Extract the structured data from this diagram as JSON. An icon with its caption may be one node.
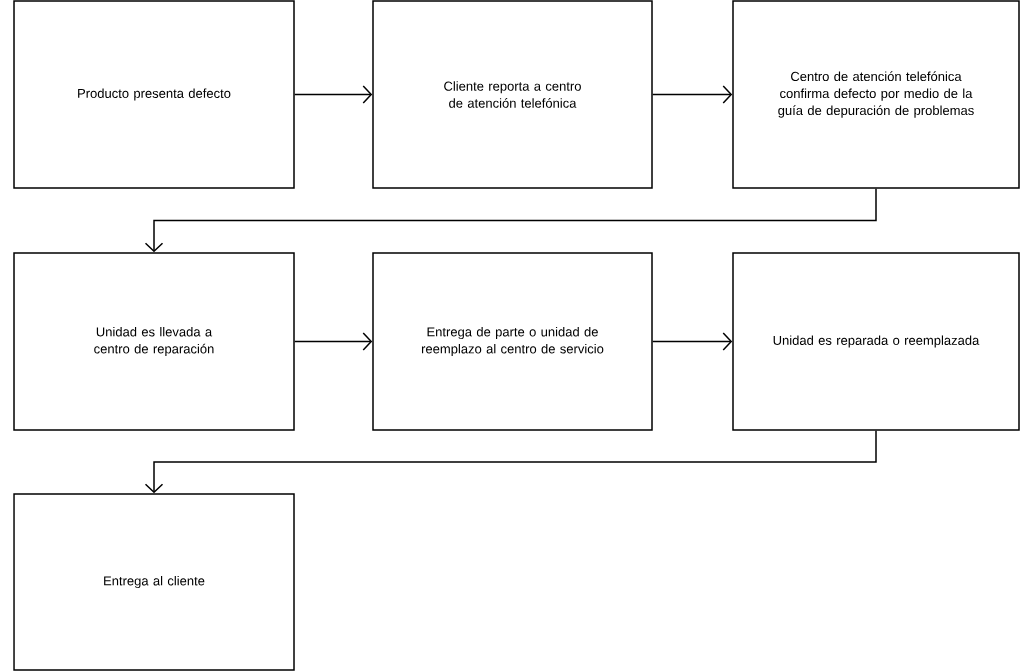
{
  "diagram": {
    "nodes": [
      {
        "text": [
          "Producto presenta defecto"
        ]
      },
      {
        "text": [
          "Cliente reporta a centro de atención telefónica"
        ]
      },
      {
        "text": [
          "Centro de atención telefónica confirma defecto por medio de la guía de depuración de problemas"
        ]
      },
      {
        "text": [
          "Unidad es llevada a centro de reparación"
        ]
      },
      {
        "text": [
          "Entrega de parte o unidad de reemplazo al centro de servicio"
        ]
      },
      {
        "text": [
          "Unidad es reparada o reemplazada"
        ]
      },
      {
        "text": [
          "Entrega al cliente"
        ]
      }
    ],
    "edges": [
      {
        "from": 0,
        "to": 1,
        "arrow": "to"
      },
      {
        "from": 1,
        "to": 2,
        "arrow": "to"
      },
      {
        "from": 2,
        "to": 3,
        "arrow": "to"
      },
      {
        "from": 3,
        "to": 4,
        "arrow": "to"
      },
      {
        "from": 4,
        "to": 5,
        "arrow": "to"
      },
      {
        "from": 5,
        "to": 6,
        "arrow": "to"
      }
    ]
  }
}
